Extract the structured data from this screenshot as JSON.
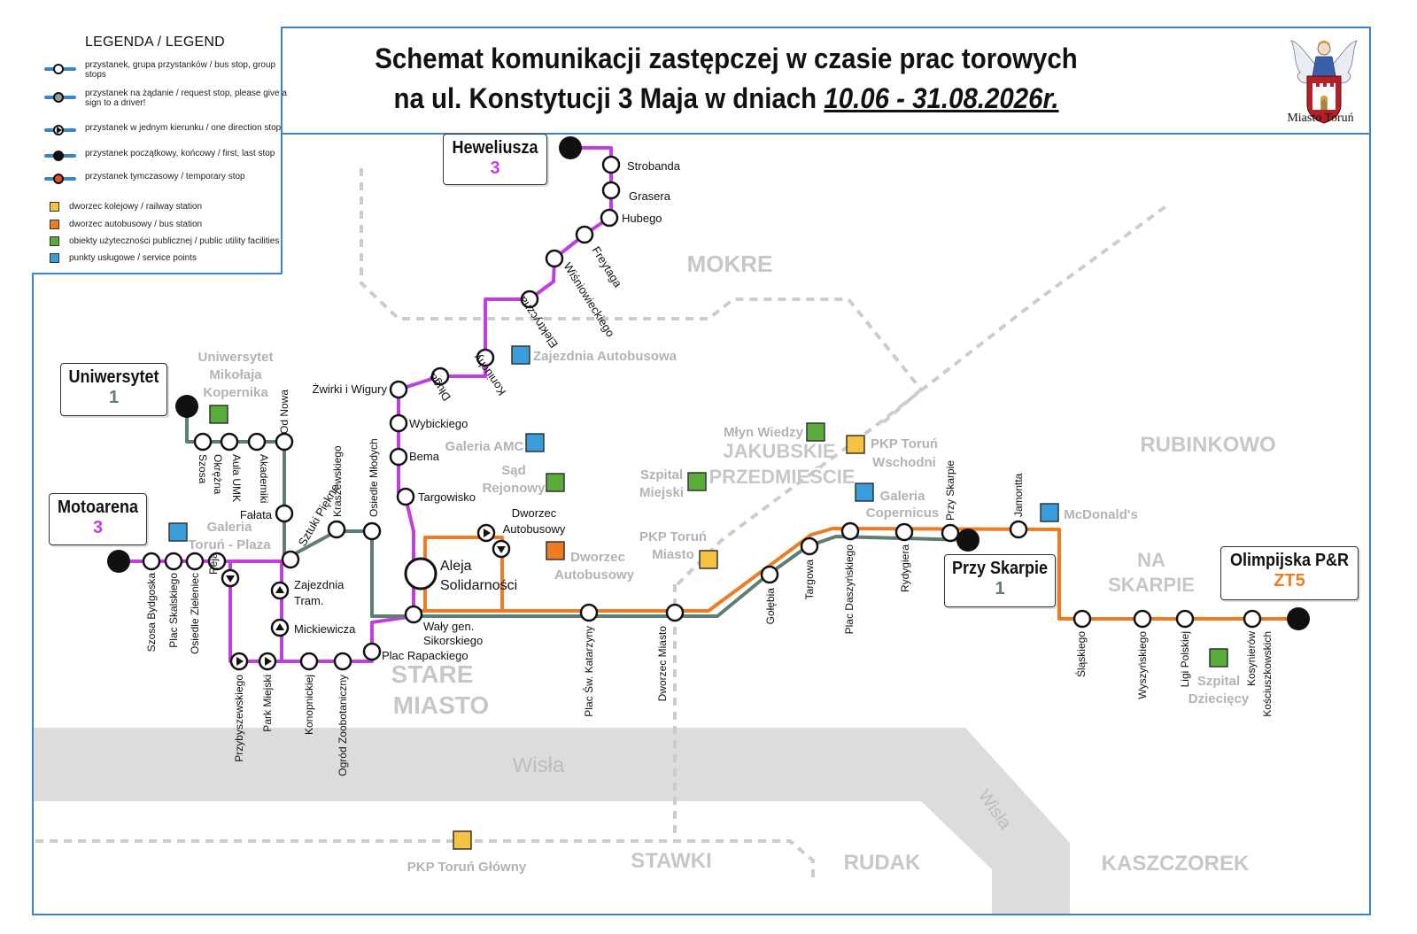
{
  "title": {
    "line1": "Schemat komunikacji zastępczej w czasie prac torowych",
    "line2_prefix": "na ul. Konstytucji 3 Maja w dniach ",
    "dates": "10.06 - 31.08.2026r."
  },
  "crest_caption": "Miasto Toruń",
  "legend": {
    "title": "LEGENDA / LEGEND",
    "stops": [
      {
        "fill": "#ffffff",
        "label": "przystanek, grupa przystanków / bus stop, group stops"
      },
      {
        "fill": "#9a9a9a",
        "label": "przystanek na żądanie / request stop, please give a sign to a driver!"
      },
      {
        "fill": "one-direction",
        "label": "przystanek w jednym kierunku / one direction stop"
      },
      {
        "fill": "#111111",
        "label": "przystanek początkowy, końcowy / first, last stop"
      },
      {
        "fill": "#e84a2a",
        "label": "przystanek tymczasowy / temporary stop"
      }
    ],
    "facilities": [
      {
        "color": "#f6c341",
        "label": "dworzec kolejowy / railway station"
      },
      {
        "color": "#ec7d24",
        "label": "dworzec autobusowy / bus station"
      },
      {
        "color": "#58ac3a",
        "label": "obiekty użyteczności publicznej / public utility facilities"
      },
      {
        "color": "#3a9ddb",
        "label": "punkty usługowe / service points"
      }
    ]
  },
  "colors": {
    "line_3": "#c13ee0",
    "line_1": "#5f7e72",
    "line_zt5": "#ec7d24",
    "frame": "#3d86c6",
    "river": "#dcdcdc",
    "district": "#c7c7c7"
  },
  "terminals": [
    {
      "name": "Heweliusza",
      "line": "3",
      "color": "#c13ee0"
    },
    {
      "name": "Uniwersytet",
      "line": "1",
      "color": "#5f7e72"
    },
    {
      "name": "Motoarena",
      "line": "3",
      "color": "#c13ee0"
    },
    {
      "name": "Przy Skarpie",
      "line": "1",
      "color": "#5f7e72"
    },
    {
      "name": "Olimpijska P&R",
      "line": "ZT5",
      "color": "#ec7d24"
    }
  ],
  "districts": [
    "MOKRE",
    "JAKUBSKIE",
    "PRZEDMIEŚCIE",
    "RUBINKOWO",
    "NA",
    "SKARPIE",
    "STARE",
    "MIASTO",
    "STAWKI",
    "RUDAK",
    "KASZCZOREK"
  ],
  "river_labels": [
    "Wisła",
    "Wisła"
  ],
  "stops": [
    "Strobanda",
    "Grasera",
    "Hubego",
    "Freytaga",
    "Wiśniowieckiego",
    "Elektryczna",
    "Koniuchy",
    "Długa",
    "Żwirki i Wigury",
    "Wybickiego",
    "Bema",
    "Targowisko",
    "Aleja",
    "Solidarności",
    "Wały gen.",
    "Sikorskiego",
    "Plac Rapackiego",
    "Dworzec",
    "Autobusowy",
    "Szosa",
    "Okrężna",
    "Aula UMK",
    "Akademiki",
    "Od Nowa",
    "Fałata",
    "Sztuki Piękne",
    "Kraszewskiego",
    "Osiedle Młodych",
    "Zajezdnia",
    "Tram.",
    "Mickiewicza",
    "Szosa Bydgoska",
    "Plac Skalskiego",
    "Osiedle Zieleniec",
    "Reja",
    "Przybyszewskiego",
    "Park Miejski",
    "Konopnickiej",
    "Ogród Zoobotaniczny",
    "Plac Św. Katarzyny",
    "Dworzec Miasto",
    "Gołębia",
    "Targowa",
    "Plac Daszyńskiego",
    "Rydygiera",
    "Przy Skarpie",
    "Jamontta",
    "Śląskiego",
    "Wyszyńskiego",
    "Ligi Polskiej",
    "Kosynierów",
    "Kościuszkowskich"
  ],
  "places": [
    "Uniwersytet",
    "Mikołaja",
    "Kopernika",
    "Zajezdnia Autobusowa",
    "Galeria AMC",
    "Sąd",
    "Rejonowy",
    "Dworzec",
    "Autobusowy",
    "Galeria",
    "Toruń - Plaza",
    "Młyn Wiedzy",
    "PKP Toruń",
    "Wschodni",
    "Szpital",
    "Miejski",
    "Galeria",
    "Copernicus",
    "McDonald's",
    "PKP Toruń",
    "Miasto",
    "Szpital",
    "Dziecięcy",
    "PKP Toruń Główny"
  ]
}
